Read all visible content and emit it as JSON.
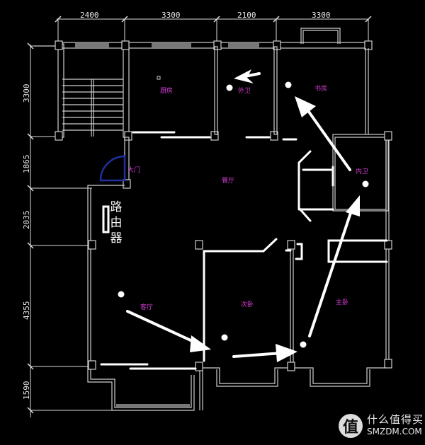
{
  "drawing": {
    "type": "apartment floor plan (router placement / Wi-Fi coverage sketch)",
    "background": "#000000",
    "label_color": "#d63cd6",
    "wall_color": "#cfcfcf",
    "annotation_color": "#ffffff",
    "door_color": "#2030a0"
  },
  "dimensions": {
    "top": [
      "2400",
      "3300",
      "2100",
      "3300"
    ],
    "left": [
      "3300",
      "1865",
      "2035",
      "4355",
      "1590"
    ]
  },
  "rooms": {
    "kitchen": "厨房",
    "guest_bath": "外卫",
    "study": "书房",
    "entrance": "大门",
    "dining": "餐厅",
    "ensuite_bath": "内卫",
    "living": "客厅",
    "second_bedroom": "次卧",
    "master_bedroom": "主卧"
  },
  "annotations": {
    "router": "路由器",
    "router_chars": [
      "路",
      "由",
      "器"
    ]
  },
  "watermark": {
    "logo_char": "值",
    "name": "什么值得买",
    "site": "SMZDM.COM"
  }
}
